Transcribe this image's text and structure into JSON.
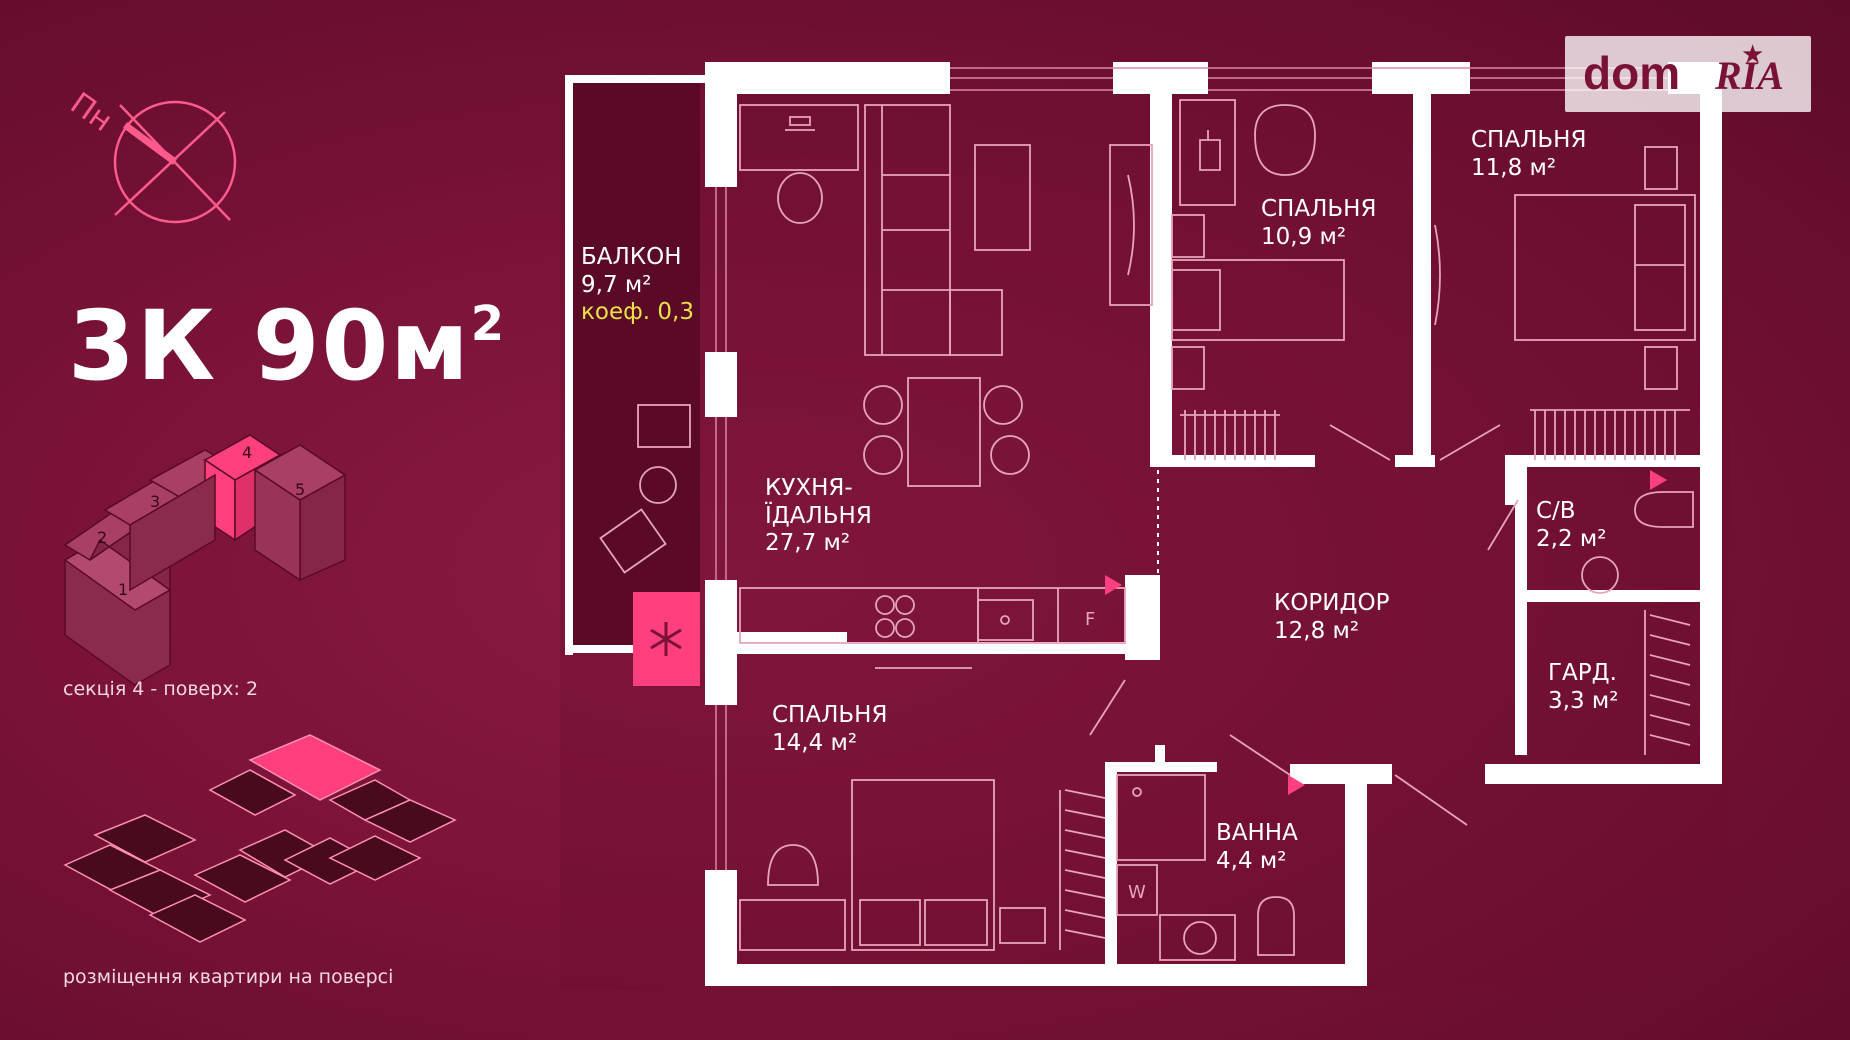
{
  "compass": {
    "label": "Пн"
  },
  "apartment": {
    "title": "3К 90м",
    "title_sup": "2"
  },
  "captions": {
    "section_floor": "секція 4 - поверх: 2",
    "placement": "розміщення квартири на поверсі"
  },
  "building_sections": [
    "1",
    "2",
    "3",
    "4",
    "5"
  ],
  "rooms": {
    "balcony": {
      "name": "БАЛКОН",
      "area": "9,7 м²",
      "coef": "коеф. 0,3"
    },
    "kitchen": {
      "name1": "КУХНЯ-",
      "name2": "ЇДАЛЬНЯ",
      "area": "27,7 м²"
    },
    "bedroom_a": {
      "name": "СПАЛЬНЯ",
      "area": "10,9 м²"
    },
    "bedroom_b": {
      "name": "СПАЛЬНЯ",
      "area": "11,8 м²"
    },
    "bedroom_c": {
      "name": "СПАЛЬНЯ",
      "area": "14,4 м²"
    },
    "wc": {
      "name": "С/В",
      "area": "2,2 м²"
    },
    "corridor": {
      "name": "КОРИДОР",
      "area": "12,8 м²"
    },
    "wardrobe": {
      "name": "ГАРД.",
      "area": "3,3 м²"
    },
    "bath": {
      "name": "ВАННА",
      "area": "4,4 м²"
    }
  },
  "fixtures": {
    "fridge": "F",
    "washer": "W"
  },
  "logo": {
    "left": "dom",
    "right": "RIA"
  },
  "colors": {
    "accent": "#ff3f7e",
    "wall": "#ffffff",
    "coef": "#e8e04a",
    "background": "#7a1238"
  }
}
